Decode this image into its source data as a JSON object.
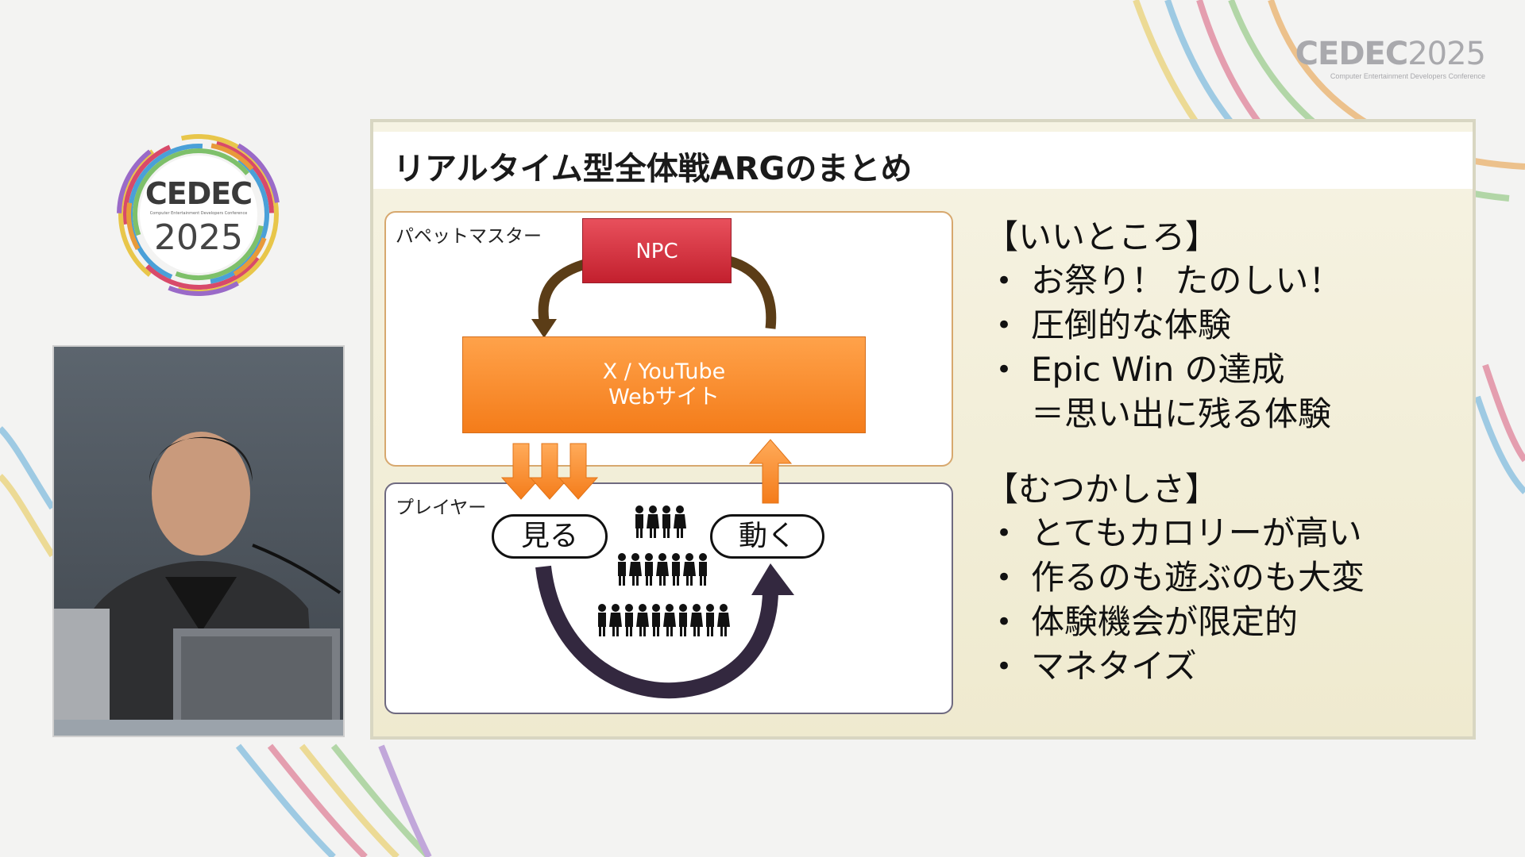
{
  "branding": {
    "wordmark_name": "CEDEC",
    "wordmark_year": "2025",
    "wordmark_subtitle": "Computer Entertainment Developers Conference",
    "logo_name": "CEDEC",
    "logo_subtitle": "Computer Entertainment Developers Conference",
    "logo_year": "2025"
  },
  "slide": {
    "title": "リアルタイム型全体戦ARGのまとめ",
    "diagram": {
      "top_panel_label": "パペットマスター",
      "npc_label": "NPC",
      "platform_line1": "X / YouTube",
      "platform_line2": "Webサイト",
      "bottom_panel_label": "プレイヤー",
      "see_label": "見る",
      "move_label": "動く"
    },
    "good": {
      "heading": "【いいところ】",
      "items": [
        "お祭り！ たのしい！",
        "圧倒的な体験",
        "Epic Win の達成"
      ],
      "item3_continuation": "＝思い出に残る体験"
    },
    "hard": {
      "heading": "【むつかしさ】",
      "items": [
        "とてもカロリーが高い",
        "作るのも遊ぶのも大変",
        "体験機会が限定的",
        "マネタイズ"
      ]
    },
    "bullet_char": "•"
  },
  "colors": {
    "npc_red": "#d9303c",
    "platform_orange": "#f7892c",
    "arrow_brown": "#5b3d17",
    "cycle_purple": "#33283f",
    "slide_bg": "#f3efd8"
  }
}
